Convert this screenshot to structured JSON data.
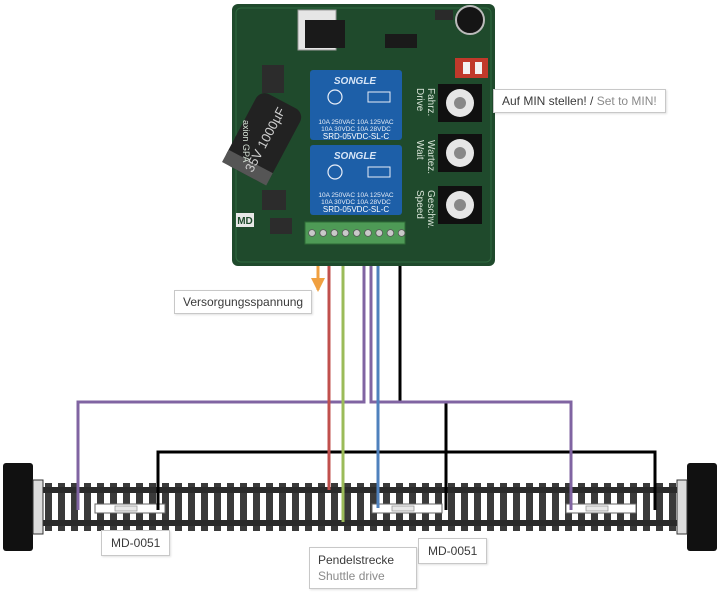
{
  "colors": {
    "wire_orange": "#f0a040",
    "wire_red": "#c0504d",
    "wire_green": "#9bbb59",
    "wire_blue": "#4f81bd",
    "wire_purple": "#8064a2",
    "wire_black": "#000000",
    "pcb": "#1f4a2c",
    "relay": "#1d5fa8",
    "terminal": "#4e9a56"
  },
  "labels": {
    "supply": "Versorgungsspannung",
    "set_min_de": "Auf MIN stellen! /",
    "set_min_en": "Set to MIN!",
    "shuttle_de": "Pendelstrecke",
    "shuttle_en": "Shuttle drive",
    "sensor_left": "MD-0051",
    "sensor_right": "MD-0051"
  },
  "board": {
    "relay_brand": "SONGLE",
    "relay_model": "SRD-05VDC-SL-C",
    "relay_spec_1": "10A 250VAC 10A 125VAC",
    "relay_spec_2": "10A 30VDC 10A 28VDC",
    "capacitor": "35V 1000µF",
    "silk_drive": "Drive",
    "silk_fahrz": "Fahrz.",
    "silk_wait": "Wait",
    "silk_wartez": "Wartez.",
    "silk_speed": "Speed",
    "silk_geschw": "Geschw.",
    "silk_logo": "MD",
    "silk_vendor": "axion GPA"
  },
  "icons": {
    "potentiometer": "potentiometer-icon",
    "relay": "relay-icon",
    "capacitor": "capacitor-icon",
    "reed_sensor": "reed-sensor-icon",
    "buffer_stop": "buffer-stop-icon"
  }
}
